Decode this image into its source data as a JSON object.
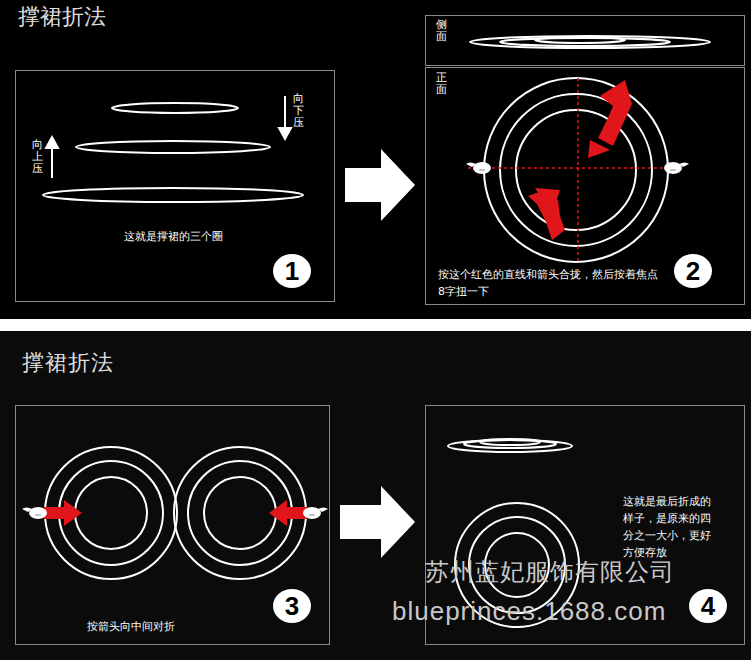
{
  "diagram": {
    "title": "撑裙折法",
    "nodes": [
      {
        "text": [
          "向下压",
          "向上压",
          "这就是撑裙的三个圈"
        ]
      },
      {
        "text": [
          "1"
        ],
        "in": 0
      },
      {
        "text": [
          "侧面"
        ]
      },
      {
        "text": [
          "正面",
          "按这个红色的直线和箭头合拢，然后按着焦点8字扭一下"
        ]
      },
      {
        "text": [
          "2"
        ],
        "in": 3
      },
      {
        "text": [
          "按箭头向中间对折"
        ]
      },
      {
        "text": [
          "3"
        ],
        "in": 5
      },
      {
        "text": [
          "这就是最后折成的样子，是原来的四分之一大小，更好方便存放"
        ]
      },
      {
        "text": [
          "4"
        ],
        "in": 7
      }
    ],
    "edges": [
      {
        "from": 0,
        "to": 3,
        "arrow": "to"
      },
      {
        "from": 5,
        "to": 7,
        "arrow": "to"
      }
    ],
    "labels": [
      "撑裙折法",
      "苏州蓝妃服饰有限公司",
      "blueprinces.1688.com"
    ]
  }
}
